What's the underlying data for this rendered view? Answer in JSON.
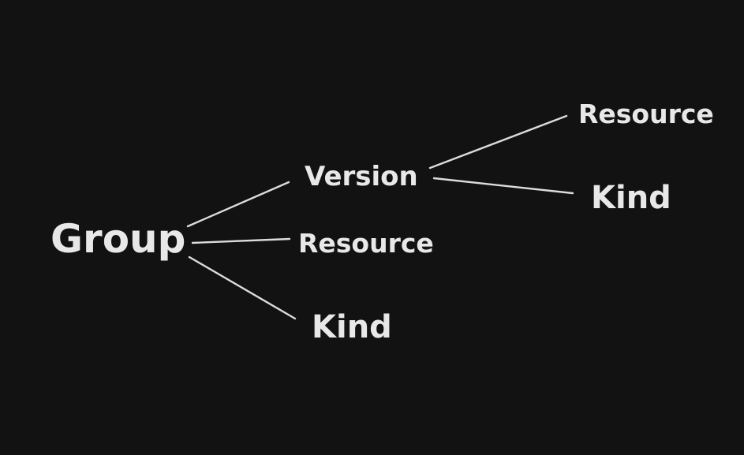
{
  "diagram": {
    "background_color": "#121212",
    "foreground_color": "#e8e8e8",
    "nodes": {
      "group": "Group",
      "version": "Version",
      "group_resource": "Resource",
      "group_kind": "Kind",
      "version_resource": "Resource",
      "version_kind": "Kind"
    },
    "edges": [
      {
        "from": "group",
        "to": "version"
      },
      {
        "from": "group",
        "to": "group_resource"
      },
      {
        "from": "group",
        "to": "group_kind"
      },
      {
        "from": "version",
        "to": "version_resource"
      },
      {
        "from": "version",
        "to": "version_kind"
      }
    ]
  }
}
